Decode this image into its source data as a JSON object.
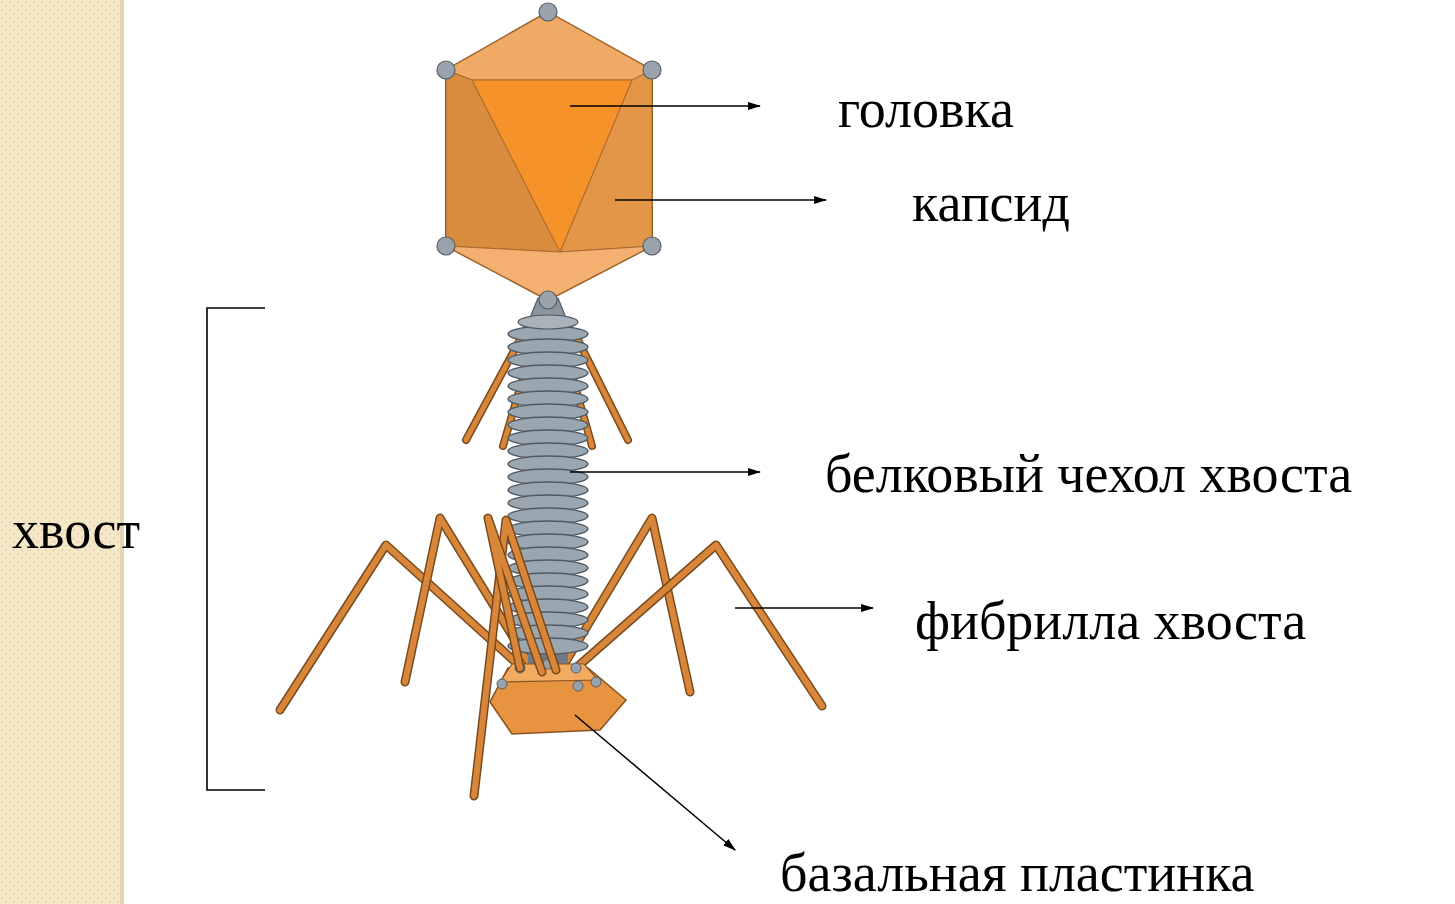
{
  "diagram": {
    "labels": [
      "головка",
      "капсид",
      "хвост",
      "белковый чехол хвоста",
      "фибрилла хвоста",
      "базальная пластинка"
    ]
  }
}
